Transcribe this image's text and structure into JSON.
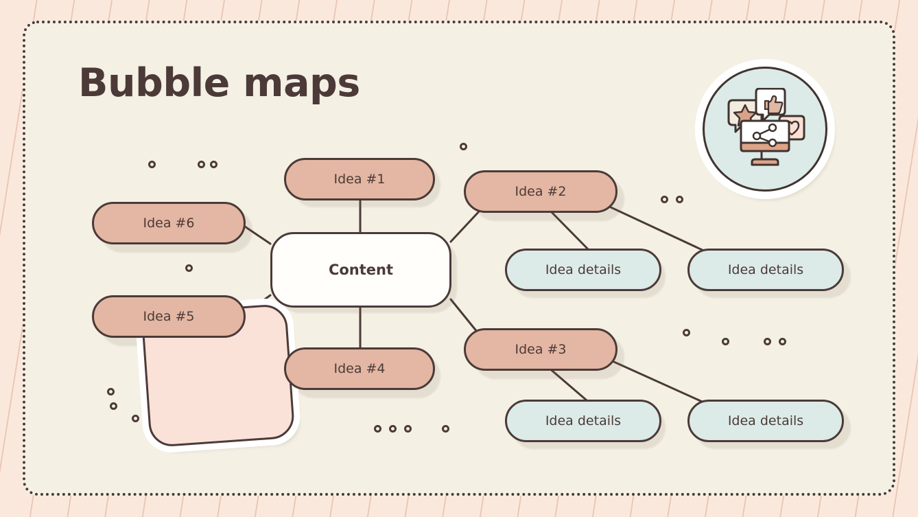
{
  "slide": {
    "title": "Bubble maps",
    "background_color": "#fbe8dd",
    "panel_color": "#f4f0e4",
    "border_style": "dotted",
    "ink_color": "#4b3a38"
  },
  "palette": {
    "idea_fill": "#e3b7a3",
    "detail_fill": "#dcebe8",
    "center_fill": "#fffefb",
    "sticky_fill": "#fae2d8",
    "stroke": "#4b3a38"
  },
  "diagram": {
    "type": "bubble-map",
    "center": {
      "label": "Content"
    },
    "ideas": [
      {
        "id": "idea-1",
        "label": "Idea #1"
      },
      {
        "id": "idea-2",
        "label": "Idea #2"
      },
      {
        "id": "idea-3",
        "label": "Idea #3"
      },
      {
        "id": "idea-4",
        "label": "Idea #4"
      },
      {
        "id": "idea-5",
        "label": "Idea #5"
      },
      {
        "id": "idea-6",
        "label": "Idea #6"
      }
    ],
    "details": [
      {
        "id": "detail-1",
        "label": "Idea details",
        "parent": "idea-2"
      },
      {
        "id": "detail-2",
        "label": "Idea details",
        "parent": "idea-2"
      },
      {
        "id": "detail-3",
        "label": "Idea details",
        "parent": "idea-3"
      },
      {
        "id": "detail-4",
        "label": "Idea details",
        "parent": "idea-3"
      }
    ],
    "sticky_note": {
      "label": ""
    }
  },
  "badge": {
    "icon": "social-media-monitor-icon",
    "parts": [
      "monitor",
      "share-icon",
      "thumbs-up-bubble",
      "star-bubble",
      "heart-bubble"
    ]
  }
}
